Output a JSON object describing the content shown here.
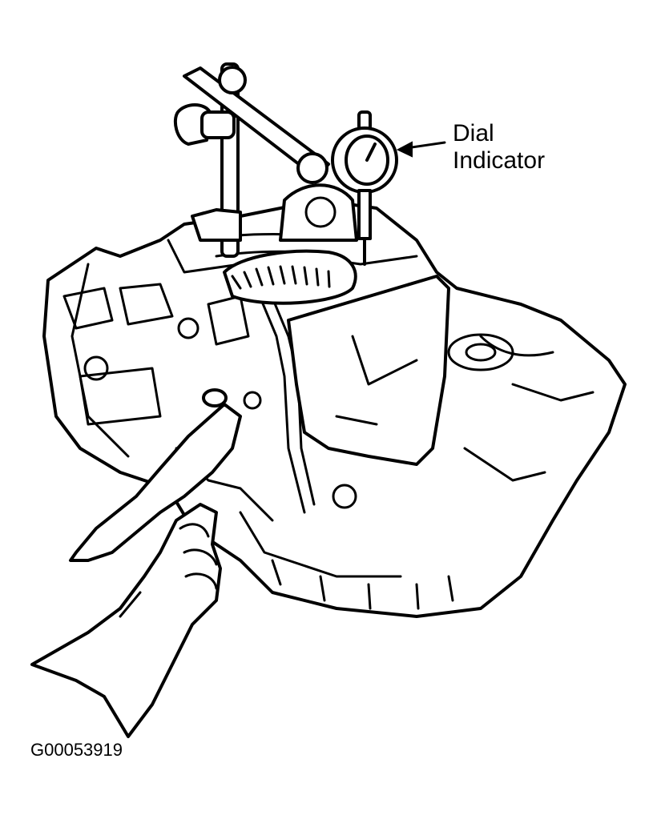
{
  "callouts": {
    "dial_indicator_line1": "Dial",
    "dial_indicator_line2": "Indicator"
  },
  "figure_code": "G00053919",
  "colors": {
    "ink": "#000000",
    "paper": "#ffffff"
  }
}
